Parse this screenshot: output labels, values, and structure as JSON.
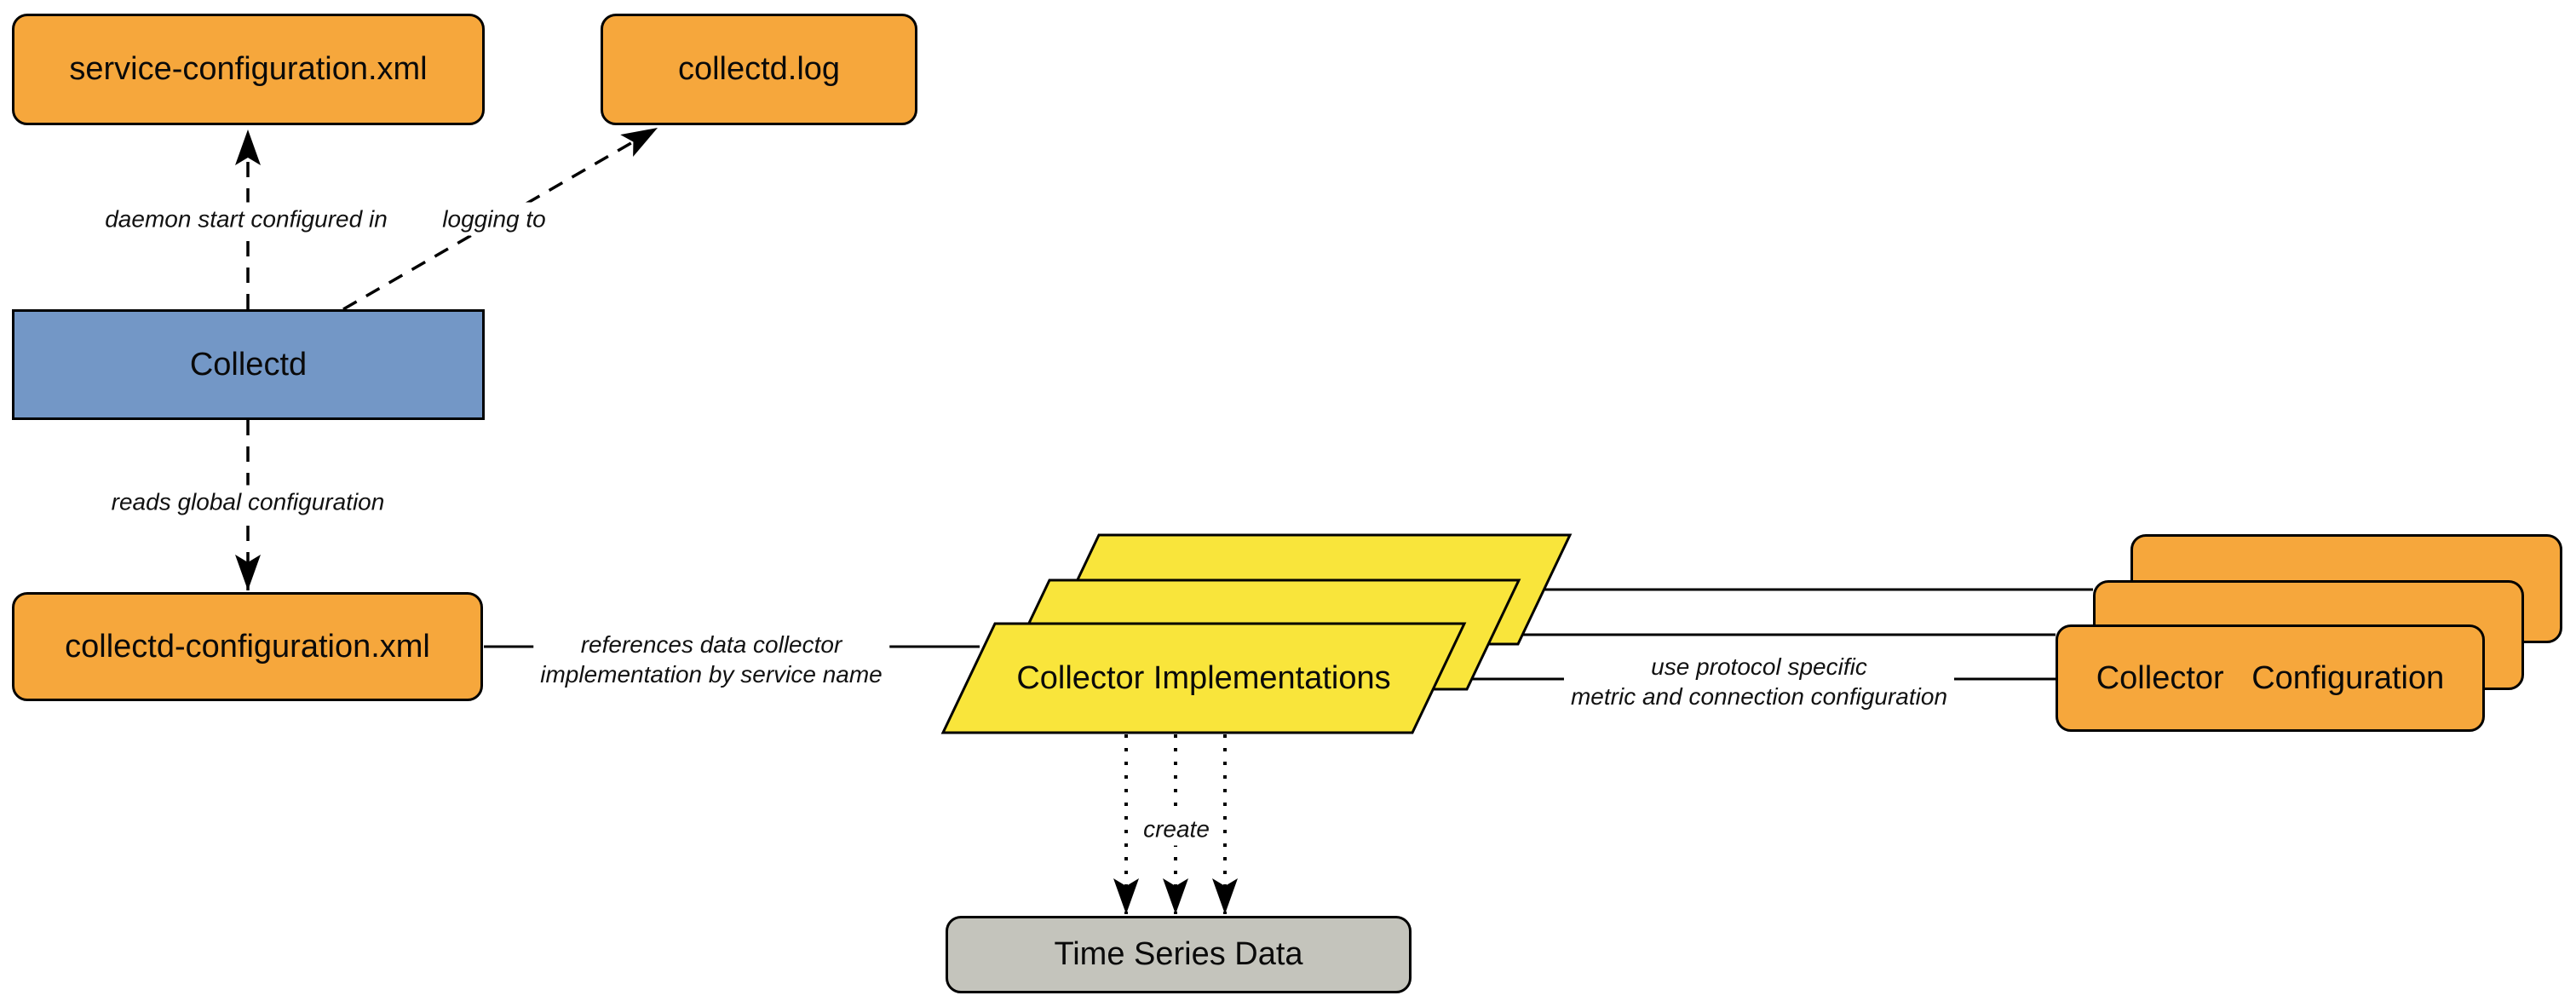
{
  "nodes": {
    "service_config": {
      "label": "service-configuration.xml"
    },
    "collectd_log": {
      "label": "collectd.log"
    },
    "collectd": {
      "label": "Collectd"
    },
    "collectd_config": {
      "label": "collectd-configuration.xml"
    },
    "collector_impls": {
      "label": "Collector Implementations"
    },
    "collector_config": {
      "label": "Collector Configuration"
    },
    "time_series": {
      "label": "Time Series Data"
    }
  },
  "edges": {
    "daemon_start": {
      "label": "daemon start configured in"
    },
    "logging_to": {
      "label": "logging to"
    },
    "reads_global": {
      "label": "reads global configuration"
    },
    "references": {
      "line1": "references data collector",
      "line2": "implementation by service name"
    },
    "use_protocol": {
      "line1": "use protocol specific",
      "line2": "metric and connection configuration"
    },
    "create": {
      "label": "create"
    }
  },
  "colors": {
    "orange": "#f6a73c",
    "blue": "#7397c6",
    "yellow": "#f9e53b",
    "gray": "#c4c4bc",
    "line": "#000000"
  }
}
